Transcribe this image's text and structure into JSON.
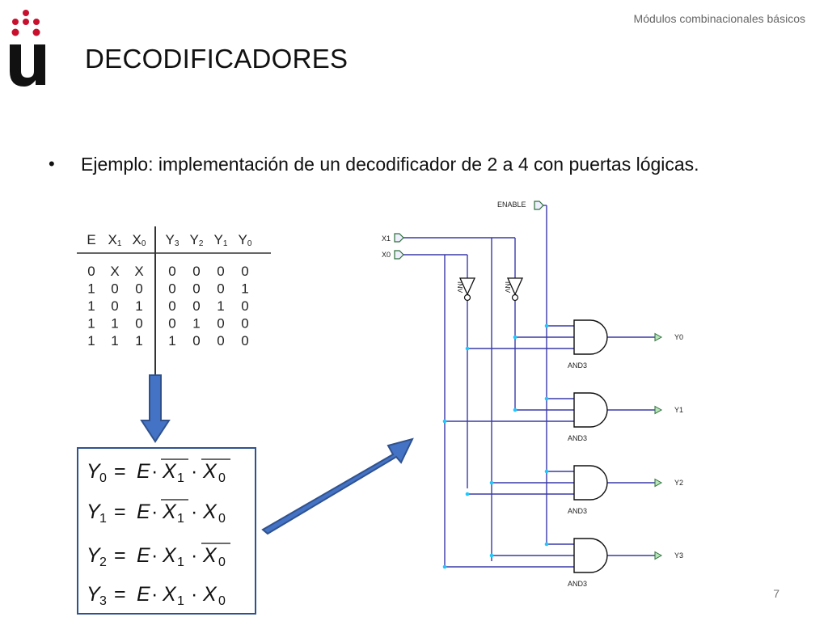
{
  "slide": {
    "header": "Módulos combinacionales básicos",
    "title": "DECODIFICADORES",
    "bullet": "Ejemplo: implementación de un decodificador de 2 a 4 con puertas lógicas.",
    "page_number": "7"
  },
  "truth_table": {
    "inputs": [
      {
        "letter": "E",
        "sub": ""
      },
      {
        "letter": "X",
        "sub": "1"
      },
      {
        "letter": "X",
        "sub": "0"
      }
    ],
    "outputs": [
      {
        "letter": "Y",
        "sub": "3"
      },
      {
        "letter": "Y",
        "sub": "2"
      },
      {
        "letter": "Y",
        "sub": "1"
      },
      {
        "letter": "Y",
        "sub": "0"
      }
    ],
    "rows": [
      [
        "0",
        "X",
        "X",
        "0",
        "0",
        "0",
        "0"
      ],
      [
        "1",
        "0",
        "0",
        "0",
        "0",
        "0",
        "1"
      ],
      [
        "1",
        "0",
        "1",
        "0",
        "0",
        "1",
        "0"
      ],
      [
        "1",
        "1",
        "0",
        "0",
        "1",
        "0",
        "0"
      ],
      [
        "1",
        "1",
        "1",
        "1",
        "0",
        "0",
        "0"
      ]
    ]
  },
  "equations": {
    "lhs": [
      "Y",
      "Y",
      "Y",
      "Y"
    ],
    "lhs_sub": [
      "0",
      "1",
      "2",
      "3"
    ],
    "eq_sign": "=",
    "enable": "E",
    "dot": "·",
    "x": "X",
    "sub1": "1",
    "sub0": "0"
  },
  "circuit": {
    "enable_label": "ENABLE",
    "in_x1": "X1",
    "in_x0": "X0",
    "inv_label": "INV",
    "gate_label": "AND3",
    "outputs": [
      "Y0",
      "Y1",
      "Y2",
      "Y3"
    ],
    "colors": {
      "wire": "#3a3aa8",
      "junction": "#1ec8ff",
      "arrow": "#4472c4",
      "arrow_edge": "#2f528f"
    }
  }
}
